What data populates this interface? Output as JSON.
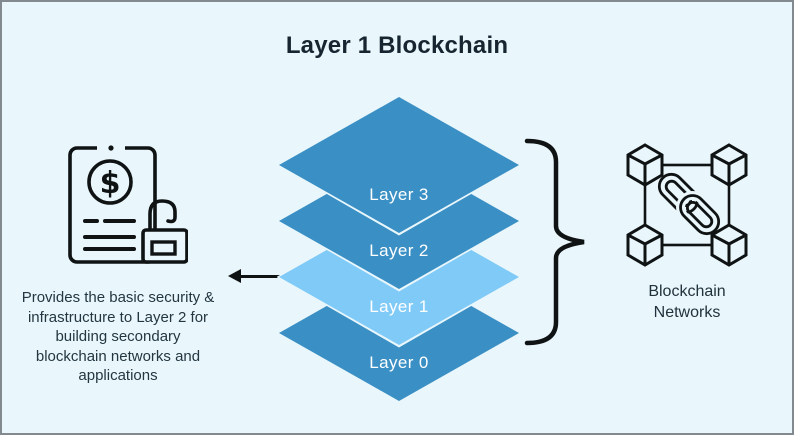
{
  "title": "Layer 1 Blockchain",
  "palette": {
    "background": "#e9f7fc",
    "border": "#82898f",
    "layer_blue": "#3a8fc4",
    "layer_highlight_blue": "#80caf8",
    "icon_black": "#101314",
    "title_text": "#162530",
    "body_text": "#243640",
    "layer_label_text": "#ffffff"
  },
  "layers": {
    "items": [
      {
        "label": "Layer 3",
        "color": "#3a8fc4"
      },
      {
        "label": "Layer 2",
        "color": "#3a8fc4"
      },
      {
        "label": "Layer 1",
        "color": "#80caf8",
        "highlighted": true
      },
      {
        "label": "Layer 0",
        "color": "#3a8fc4"
      }
    ]
  },
  "left_note": {
    "icon": "document-dollar-unlock-icon",
    "lines": [
      "Provides the basic security &",
      "infrastructure to Layer 2 for",
      "building secondary",
      "blockchain networks and",
      "applications"
    ]
  },
  "right_note": {
    "icon": "blockchain-network-icon",
    "lines": [
      "Blockchain",
      "Networks"
    ]
  },
  "icons": {
    "dollar_symbol": "$"
  }
}
